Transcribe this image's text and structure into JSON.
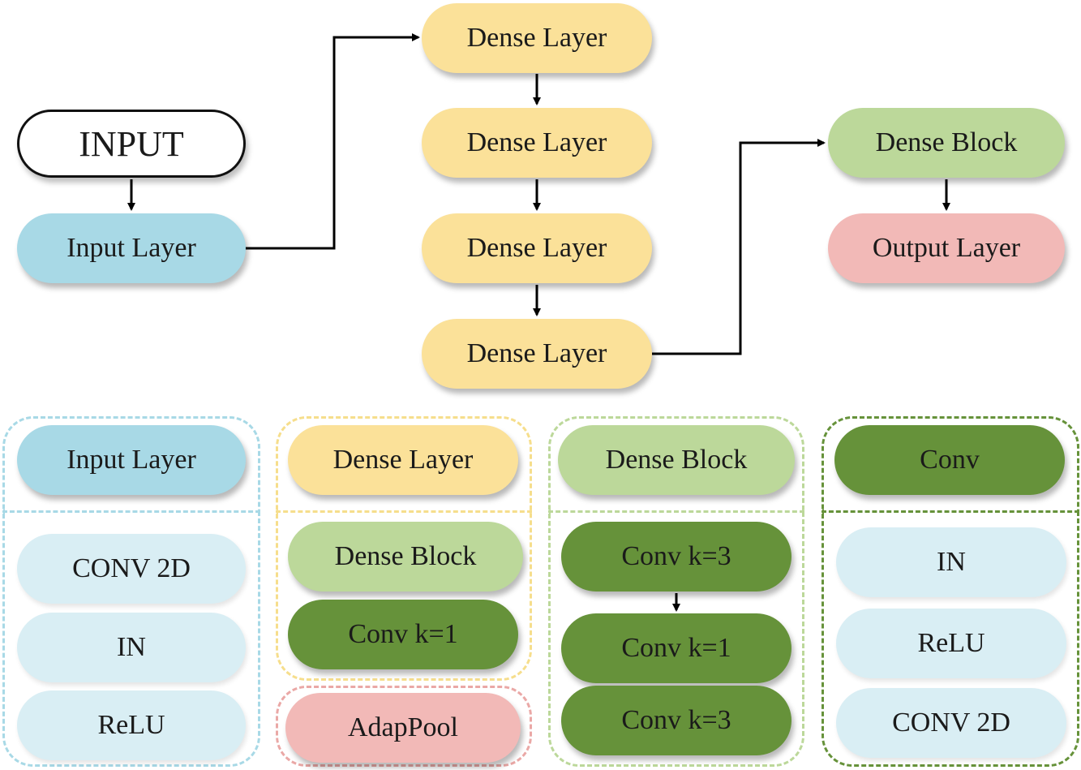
{
  "top_flow": {
    "start": "INPUT",
    "input_layer": "Input Layer",
    "dense_layers": [
      "Dense Layer",
      "Dense Layer",
      "Dense Layer",
      "Dense Layer"
    ],
    "dense_block": "Dense Block",
    "output_layer": "Output Layer"
  },
  "legend_panels": {
    "input_layer": {
      "header": "Input Layer",
      "items": [
        "CONV 2D",
        "IN",
        "ReLU"
      ]
    },
    "dense_layer": {
      "header": "Dense Layer",
      "items": [
        "Dense Block",
        "Conv k=1"
      ],
      "extra": "AdapPool"
    },
    "dense_block": {
      "header": "Dense Block",
      "items": [
        "Conv k=3",
        "Conv k=1",
        "Conv k=3"
      ]
    },
    "conv": {
      "header": "Conv",
      "items": [
        "IN",
        "ReLU",
        "CONV 2D"
      ]
    }
  },
  "colors": {
    "input": "#a8d9e6",
    "dense_layer": "#fbe199",
    "dense_block": "#bcd89a",
    "output": "#f2b9b7",
    "conv": "#66923a",
    "light_blue": "#d9eef4",
    "arrow": "#000000"
  }
}
